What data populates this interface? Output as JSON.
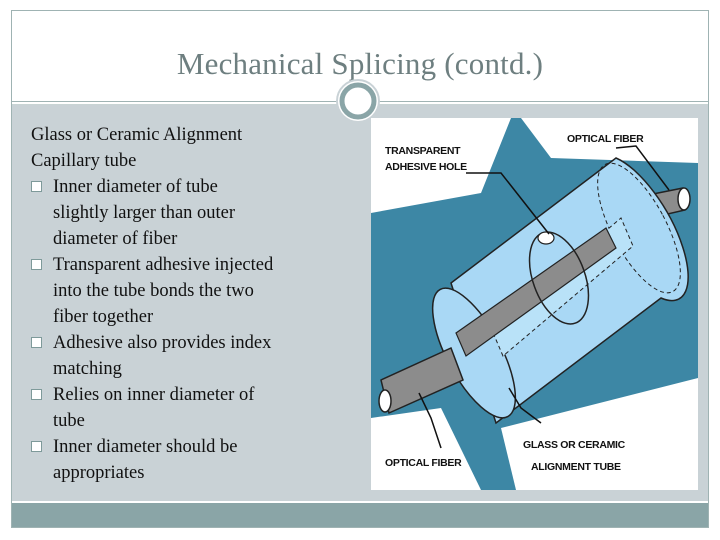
{
  "slide": {
    "title": "Mechanical Splicing (contd.)",
    "intro_lines": [
      "Glass or Ceramic Alignment",
      "Capillary tube"
    ],
    "bullets": [
      {
        "lines": [
          "Inner diameter of tube",
          "slightly larger than outer",
          "diameter of fiber"
        ]
      },
      {
        "lines": [
          "Transparent adhesive injected",
          "into the tube bonds the two",
          "fiber together"
        ]
      },
      {
        "lines": [
          "Adhesive also provides index",
          "matching"
        ]
      },
      {
        "lines": [
          "Relies on inner diameter of",
          "tube"
        ]
      },
      {
        "lines": [
          "Inner diameter should be",
          "appropriates"
        ]
      }
    ]
  },
  "figure": {
    "labels": {
      "adhesive_line1": "TRANSPARENT",
      "adhesive_line2": "ADHESIVE HOLE",
      "optical_fiber_top": "OPTICAL FIBER",
      "optical_fiber_bottom": "OPTICAL FIBER",
      "tube_line1": "GLASS OR CERAMIC",
      "tube_line2": "ALIGNMENT TUBE"
    },
    "colors": {
      "background": "#3d87a5",
      "tube": "#a9d8f5",
      "fiber": "#8c8c8c",
      "label_panel": "#ffffff"
    }
  },
  "theme": {
    "title_color": "#6e7f80",
    "content_background": "#c9d2d6",
    "footer_color": "#8aa5a7"
  }
}
